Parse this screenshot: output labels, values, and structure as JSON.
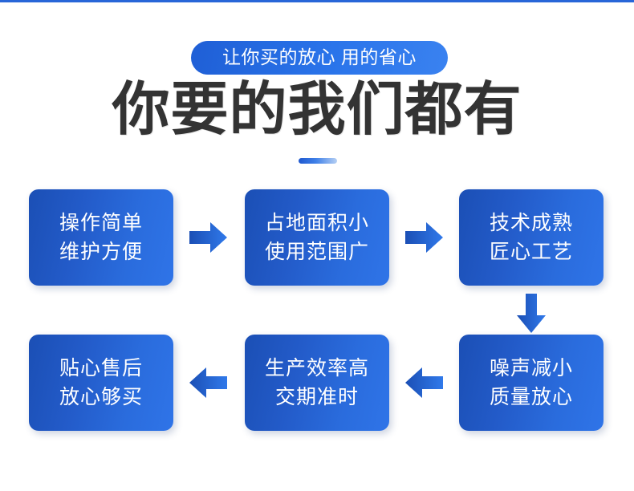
{
  "page": {
    "background_color": "#ffffff",
    "accent_color": "#2866d8",
    "top_strip_color": "#2866d8"
  },
  "header": {
    "badge_text": "让你买的放心 用的省心",
    "badge_gradient_from": "#1f5fd6",
    "badge_gradient_to": "#3a82f0",
    "title": "你要的我们都有",
    "title_color": "#333333",
    "divider_gradient_from": "#1f58cf",
    "divider_gradient_to": "#b6d0f4"
  },
  "flow": {
    "card_gradient_from": "#1b4fb5",
    "card_gradient_to": "#2f74e8",
    "card_text_color": "#ffffff",
    "arrow_gradient_from": "#1b4fb5",
    "arrow_gradient_to": "#3079ea",
    "cards": [
      {
        "id": "operation-simple",
        "line1": "操作简单",
        "line2": "维护方便"
      },
      {
        "id": "small-footprint",
        "line1": "占地面积小",
        "line2": "使用范围广"
      },
      {
        "id": "mature-technology",
        "line1": "技术成熟",
        "line2": "匠心工艺"
      },
      {
        "id": "low-noise",
        "line1": "噪声减小",
        "line2": "质量放心"
      },
      {
        "id": "high-efficiency",
        "line1": "生产效率高",
        "line2": "交期准时"
      },
      {
        "id": "after-sales",
        "line1": "贴心售后",
        "line2": "放心够买"
      }
    ],
    "arrows": [
      {
        "id": "arrow-1",
        "direction": "right"
      },
      {
        "id": "arrow-2",
        "direction": "right"
      },
      {
        "id": "arrow-3",
        "direction": "down"
      },
      {
        "id": "arrow-4",
        "direction": "left"
      },
      {
        "id": "arrow-5",
        "direction": "left"
      }
    ]
  }
}
